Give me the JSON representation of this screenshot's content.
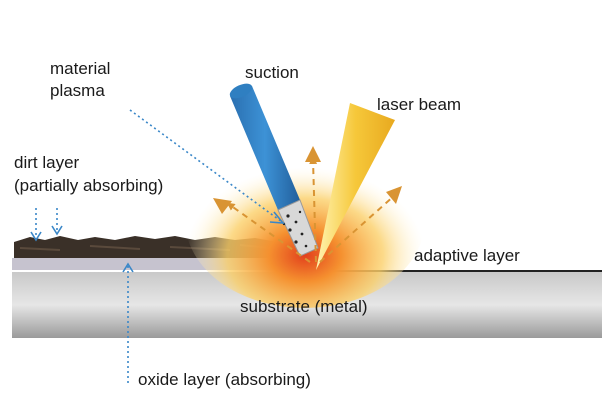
{
  "labels": {
    "material_plasma_line1": "material",
    "material_plasma_line2": "plasma",
    "suction": "suction",
    "laser_beam": "laser beam",
    "dirt_layer_line1": "dirt layer",
    "dirt_layer_line2": "(partially absorbing)",
    "adaptive_layer": "adaptive layer",
    "substrate": "substrate (metal)",
    "oxide_layer": "oxide layer (absorbing)"
  },
  "colors": {
    "substrate": "#a9a9a9",
    "oxide": "#c5c3cc",
    "dirt": "#3b3129",
    "suction_tube": "#2f7fc1",
    "laser": "#f4c93a",
    "plasma_glow": "#f7a23b",
    "arrows": "#d99433",
    "leader_lines": "#3a87c8"
  }
}
